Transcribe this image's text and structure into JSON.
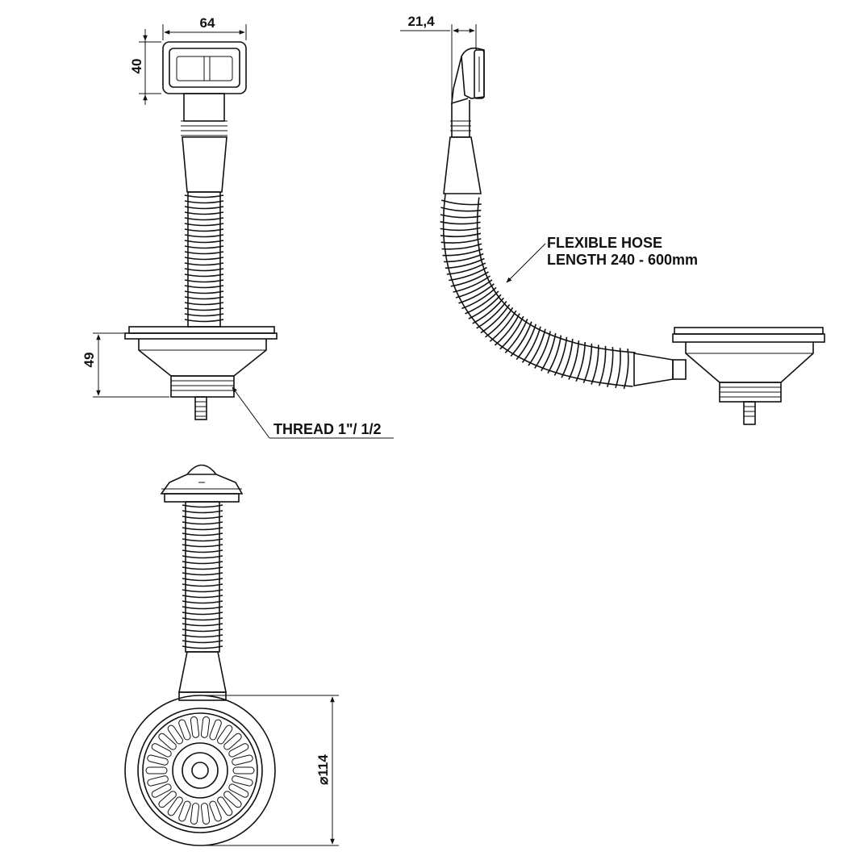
{
  "dimensions": {
    "width_top": "64",
    "height_top": "40",
    "offset_side": "21,4",
    "basket_height": "49",
    "diameter": "⌀114"
  },
  "labels": {
    "thread": "THREAD 1\"/ 1/2",
    "hose_line1": "FLEXIBLE HOSE",
    "hose_line2": "LENGTH 240 - 600mm"
  }
}
